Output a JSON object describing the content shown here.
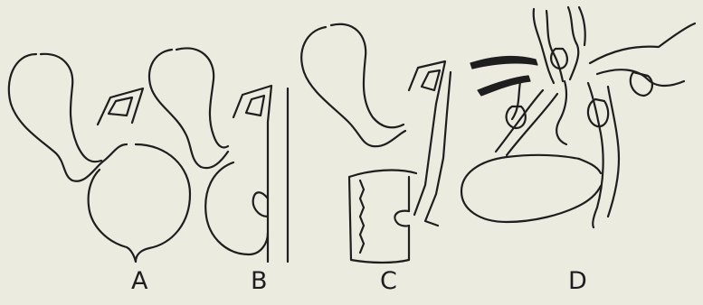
{
  "figure": {
    "labels": {
      "a": "A",
      "b": "B",
      "c": "C",
      "d": "D"
    }
  },
  "colors": {
    "background": "#ecebe0",
    "ink": "#1e1e1e"
  }
}
